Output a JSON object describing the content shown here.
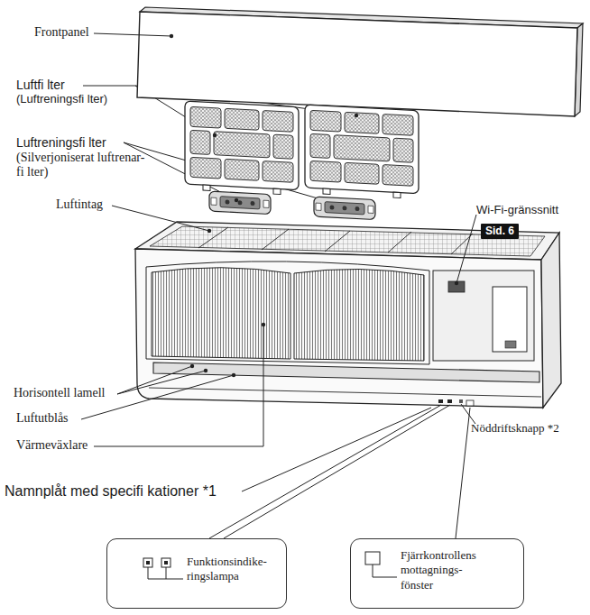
{
  "diagram": {
    "nodes": [
      {
        "text": [
          "Sid. 6"
        ]
      },
      {
        "text": [
          "Funktionsindike- ringslampa"
        ]
      },
      {
        "text": [
          "Fjärrkontrollens mottagnings- fönster"
        ]
      }
    ],
    "labels": [
      "Frontpanel",
      "Luftfi lter",
      "(Luftreningsfi lter)",
      "Luftreningsfi lter",
      "(Silverjoniserat luftrenar- fi lter)",
      "Luftintag",
      "Wi-Fi-gränssnitt",
      "Horisontell lamell",
      "Luftutblås",
      "Värmeväxlare",
      "Nöddriftsknapp *2",
      "Namnplåt med specifi kationer *1"
    ]
  }
}
